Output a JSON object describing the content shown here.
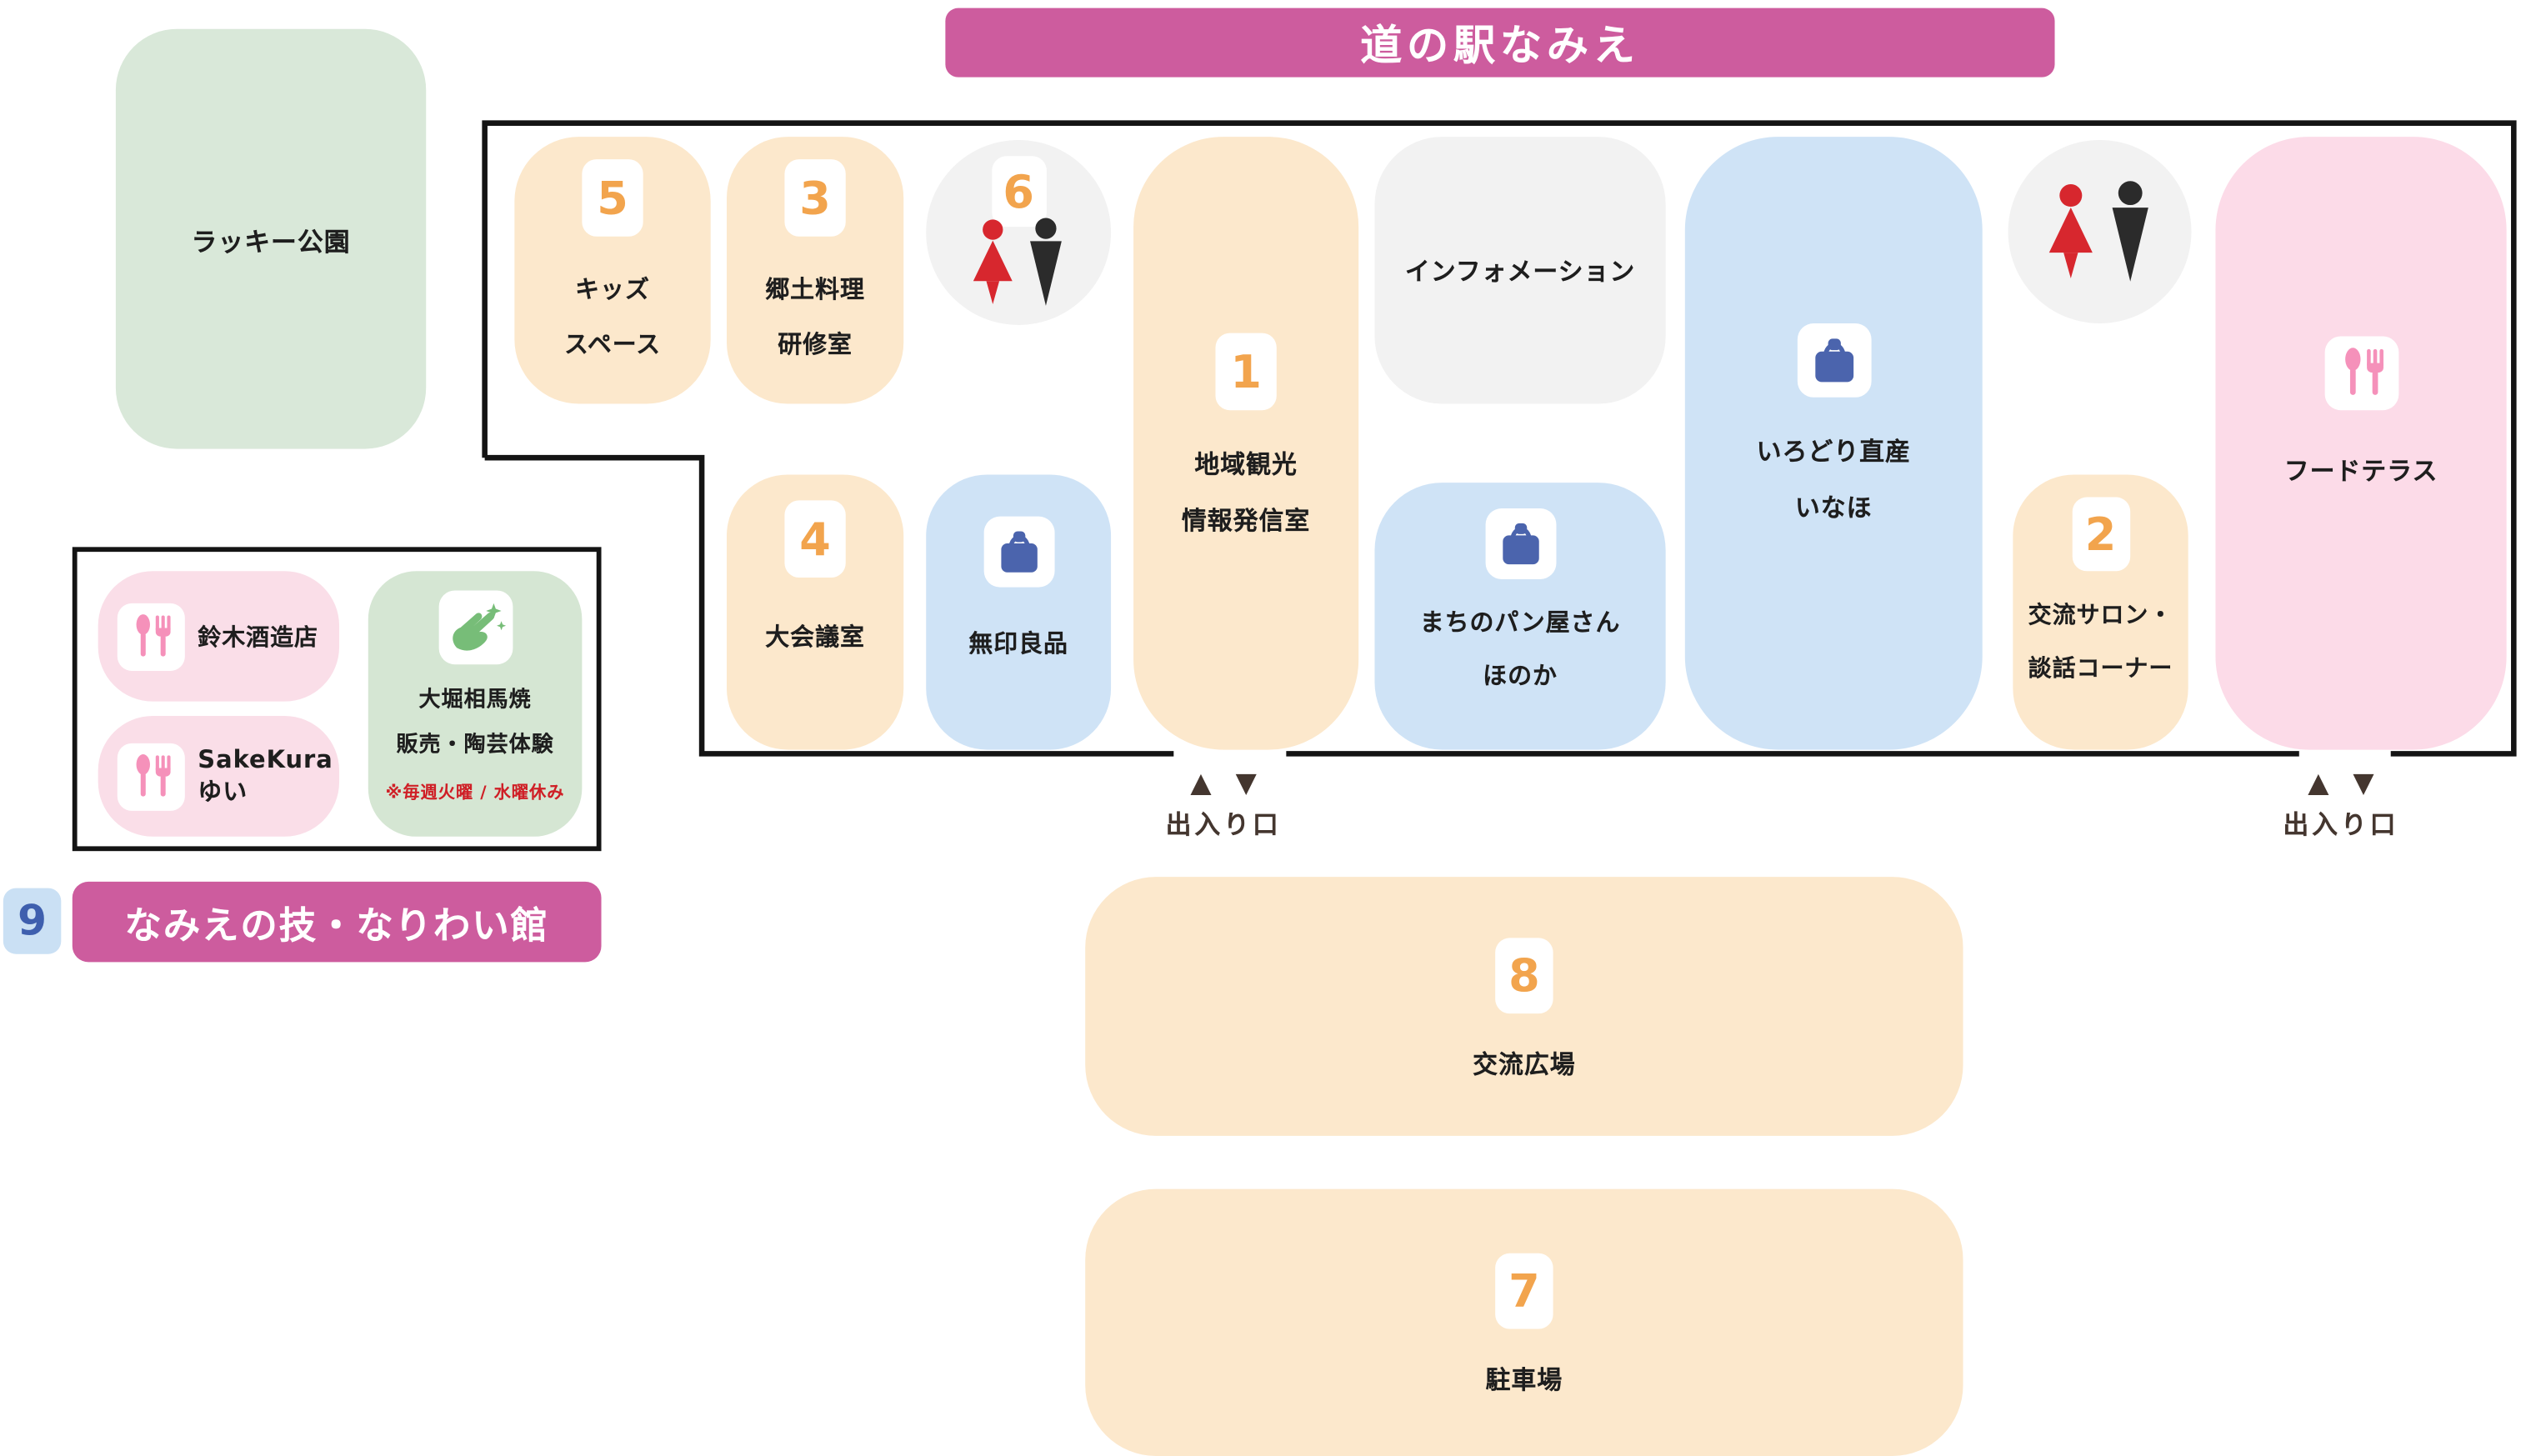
{
  "title": "道の駅なみえ",
  "park": {
    "label": "ラッキー公園"
  },
  "rooms": {
    "kids": {
      "number": "5",
      "line1": "キッズ",
      "line2": "スペース"
    },
    "kyodo": {
      "number": "3",
      "line1": "郷土料理",
      "line2": "研修室"
    },
    "restroom": {
      "number": "6"
    },
    "info_room": {
      "number": "1",
      "line1": "地域観光",
      "line2": "情報発信室"
    },
    "information": {
      "label": "インフォメーション"
    },
    "inaho": {
      "line1": "いろどり直産",
      "line2": "いなほ"
    },
    "terrace": {
      "label": "フードテラス"
    },
    "meeting": {
      "number": "4",
      "label": "大会議室"
    },
    "muji": {
      "label": "無印良品"
    },
    "bakery": {
      "line1": "まちのパン屋さん",
      "line2": "ほのか"
    },
    "salon": {
      "number": "2",
      "line1": "交流サロン・",
      "line2": "談話コーナー"
    }
  },
  "entrance": {
    "up": "▲",
    "down": "▼",
    "label": "出入り口"
  },
  "annex": {
    "shop1": {
      "label": "鈴木酒造店"
    },
    "shop2": {
      "line1": "SakeKura",
      "line2": "ゆい"
    },
    "pottery": {
      "line1": "大堀相馬焼",
      "line2": "販売・陶芸体験",
      "note": "※毎週火曜 / 水曜休み"
    },
    "number": "9",
    "banner": "なみえの技・なりわい館"
  },
  "outdoor": {
    "plaza": {
      "number": "8",
      "label": "交流広場"
    },
    "parking": {
      "number": "7",
      "label": "駐車場"
    }
  },
  "colors": {
    "accent_pink": "#cd5c9e",
    "orange_light": "#fce8cc",
    "number_orange": "#f2a44d",
    "blue_light": "#cfe3f6",
    "bag_blue": "#4b64ad",
    "food_pink": "#fcdbe8",
    "cutlery_pink": "#f591ba",
    "green_light": "#d9e8d9",
    "annex_green": "#d5e6d3",
    "annex_pink": "#fadee8",
    "hand_green": "#77bd78",
    "gray_light": "#f2f2f2",
    "female_red": "#d7272e",
    "male_black": "#2b2b2b",
    "note_red": "#cf1f26",
    "badge9_bg": "#cae0f4",
    "badge9_text": "#3e5fae",
    "entrance_dark": "#44362f"
  }
}
